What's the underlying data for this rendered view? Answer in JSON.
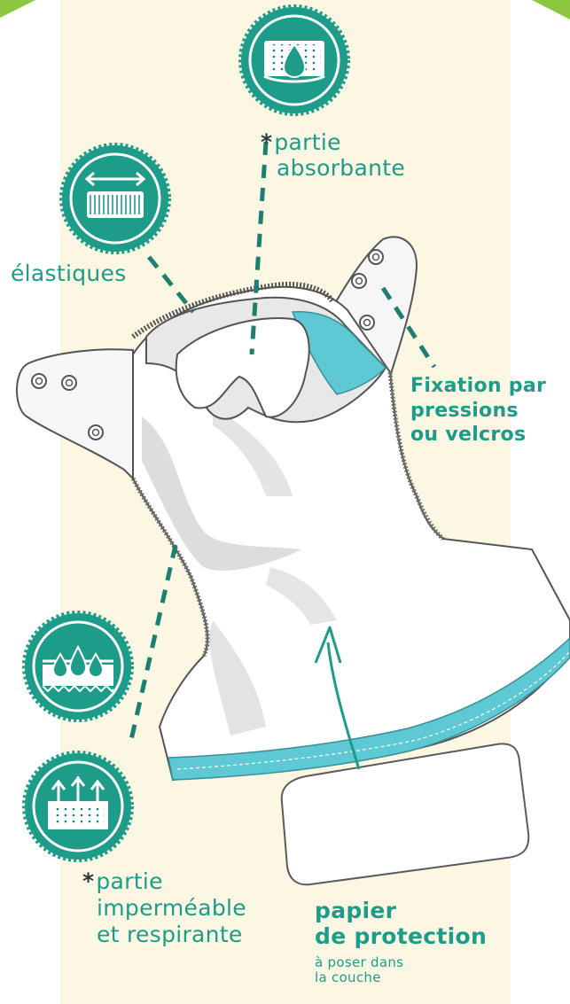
{
  "colors": {
    "teal": "#1d9c8a",
    "teal_dark": "#178072",
    "cream": "#fbf7e3",
    "aqua": "#5ec9d4",
    "green": "#8dc63f",
    "asterisk": "#2a3a3a"
  },
  "labels": {
    "absorbent": {
      "asterisk": "*",
      "line1": "partie",
      "line2": "absorbante"
    },
    "elastics": "élastiques",
    "fastening": {
      "line1": "Fixation par",
      "line2": "pressions",
      "line3": "ou velcros"
    },
    "waterproof": {
      "asterisk": "*",
      "line1": "partie",
      "line2": "imperméable",
      "line3": "et respirante"
    },
    "liner": {
      "line1": "papier",
      "line2": "de protection",
      "note1": "à poser dans",
      "note2": "la couche"
    }
  },
  "icons": {
    "absorbent": "absorbent-layer-drop-icon",
    "elastics": "elastic-stretch-icon",
    "waterproof": "waterproof-drops-icon",
    "breathable": "breathable-layer-icon"
  }
}
